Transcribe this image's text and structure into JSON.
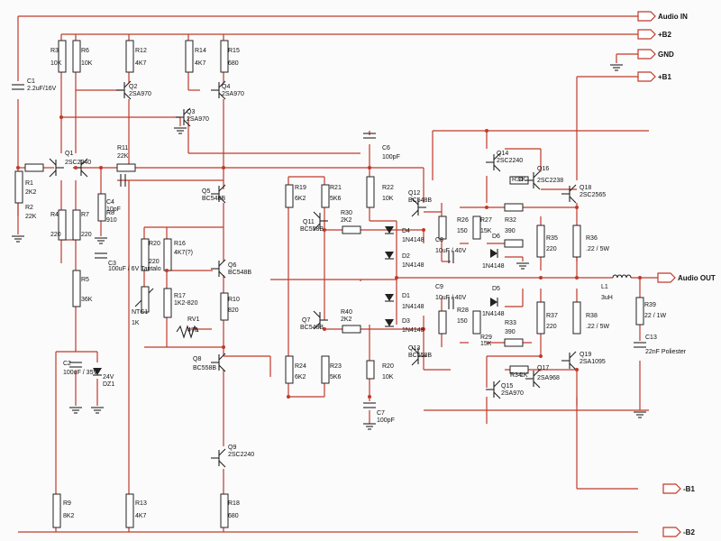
{
  "ports": {
    "audio_in": "Audio IN",
    "b2_pos": "+B2",
    "gnd": "GND",
    "b1_pos": "+B1",
    "audio_out": "Audio OUT",
    "b1_neg": "-B1",
    "b2_neg": "-B2"
  },
  "components": [
    {
      "ref": "C1",
      "value": "2.2uF/16V"
    },
    {
      "ref": "R1",
      "value": "2K2"
    },
    {
      "ref": "R2",
      "value": "22K"
    },
    {
      "ref": "R3",
      "value": "10K"
    },
    {
      "ref": "R6",
      "value": "10K"
    },
    {
      "ref": "Q1",
      "value": "2SC2240"
    },
    {
      "ref": "R4",
      "value": "220"
    },
    {
      "ref": "R7",
      "value": "220"
    },
    {
      "ref": "R5",
      "value": "36K"
    },
    {
      "ref": "R12",
      "value": "4K7"
    },
    {
      "ref": "Q2",
      "value": "2SA970"
    },
    {
      "ref": "Q3",
      "value": "2SA970"
    },
    {
      "ref": "R11",
      "value": "22K"
    },
    {
      "ref": "C4",
      "value": "10pF"
    },
    {
      "ref": "R8",
      "value": "910"
    },
    {
      "ref": "C3",
      "value": "100uF / 6V Tantalo"
    },
    {
      "ref": "R14",
      "value": "4K7"
    },
    {
      "ref": "R15",
      "value": "680"
    },
    {
      "ref": "Q4",
      "value": "2SA970"
    },
    {
      "ref": "Q5",
      "value": "BC548B"
    },
    {
      "ref": "R20",
      "value": "220"
    },
    {
      "ref": "R16",
      "value": "4K7(?)"
    },
    {
      "ref": "Q6",
      "value": "BC548B"
    },
    {
      "ref": "R17",
      "value": "1K2-820"
    },
    {
      "ref": "NTC1",
      "value": "1K"
    },
    {
      "ref": "RV1",
      "value": "470"
    },
    {
      "ref": "R10",
      "value": "820"
    },
    {
      "ref": "Q8",
      "value": "BC558B"
    },
    {
      "ref": "C2",
      "value": "100uF / 35V"
    },
    {
      "ref": "DZ1",
      "value": "24V"
    },
    {
      "ref": "R9",
      "value": "8K2"
    },
    {
      "ref": "R13",
      "value": "4K7"
    },
    {
      "ref": "Q9",
      "value": "2SC2240"
    },
    {
      "ref": "R18",
      "value": "680"
    },
    {
      "ref": "R19",
      "value": "6K2"
    },
    {
      "ref": "R21",
      "value": "5K6"
    },
    {
      "ref": "Q11",
      "value": "BC558B"
    },
    {
      "ref": "R30",
      "value": "2K2"
    },
    {
      "ref": "C6",
      "value": "100pF"
    },
    {
      "ref": "R22",
      "value": "10K"
    },
    {
      "ref": "D4",
      "value": "1N4148"
    },
    {
      "ref": "D2",
      "value": "1N4148"
    },
    {
      "ref": "D1",
      "value": "1N4148"
    },
    {
      "ref": "D3",
      "value": "1N4148"
    },
    {
      "ref": "Q7",
      "value": "BC548B"
    },
    {
      "ref": "R40",
      "value": "2K2"
    },
    {
      "ref": "R24",
      "value": "6K2"
    },
    {
      "ref": "R23",
      "value": "5K6"
    },
    {
      "ref": "R20",
      "value": "10K"
    },
    {
      "ref": "C7",
      "value": "100pF"
    },
    {
      "ref": "Q12",
      "value": "BC548B"
    },
    {
      "ref": "Q13",
      "value": "BC558B"
    },
    {
      "ref": "Q14",
      "value": "2SC2240"
    },
    {
      "ref": "R31",
      "value": "1K"
    },
    {
      "ref": "Q16",
      "value": "2SC2238"
    },
    {
      "ref": "Q18",
      "value": "2SC2565"
    },
    {
      "ref": "R26",
      "value": "150"
    },
    {
      "ref": "R27",
      "value": "15K"
    },
    {
      "ref": "R32",
      "value": "390"
    },
    {
      "ref": "C8",
      "value": "10uF / 40V"
    },
    {
      "ref": "D6",
      "value": "1N4148"
    },
    {
      "ref": "R35",
      "value": "220"
    },
    {
      "ref": "R36",
      "value": ".22 / 5W"
    },
    {
      "ref": "L1",
      "value": "3uH"
    },
    {
      "ref": "R39",
      "value": "22 / 1W"
    },
    {
      "ref": "C13",
      "value": "22nF Poliester"
    },
    {
      "ref": "C9",
      "value": "10uF / 40V"
    },
    {
      "ref": "D5",
      "value": "1N4148"
    },
    {
      "ref": "R28",
      "value": "150"
    },
    {
      "ref": "R29",
      "value": "15K"
    },
    {
      "ref": "R33",
      "value": "390"
    },
    {
      "ref": "R37",
      "value": "220"
    },
    {
      "ref": "R38",
      "value": ".22 / 5W"
    },
    {
      "ref": "Q19",
      "value": "2SA1095"
    },
    {
      "ref": "R34",
      "value": "1K"
    },
    {
      "ref": "Q17",
      "value": "2SA968"
    },
    {
      "ref": "Q15",
      "value": "2SA970"
    }
  ]
}
